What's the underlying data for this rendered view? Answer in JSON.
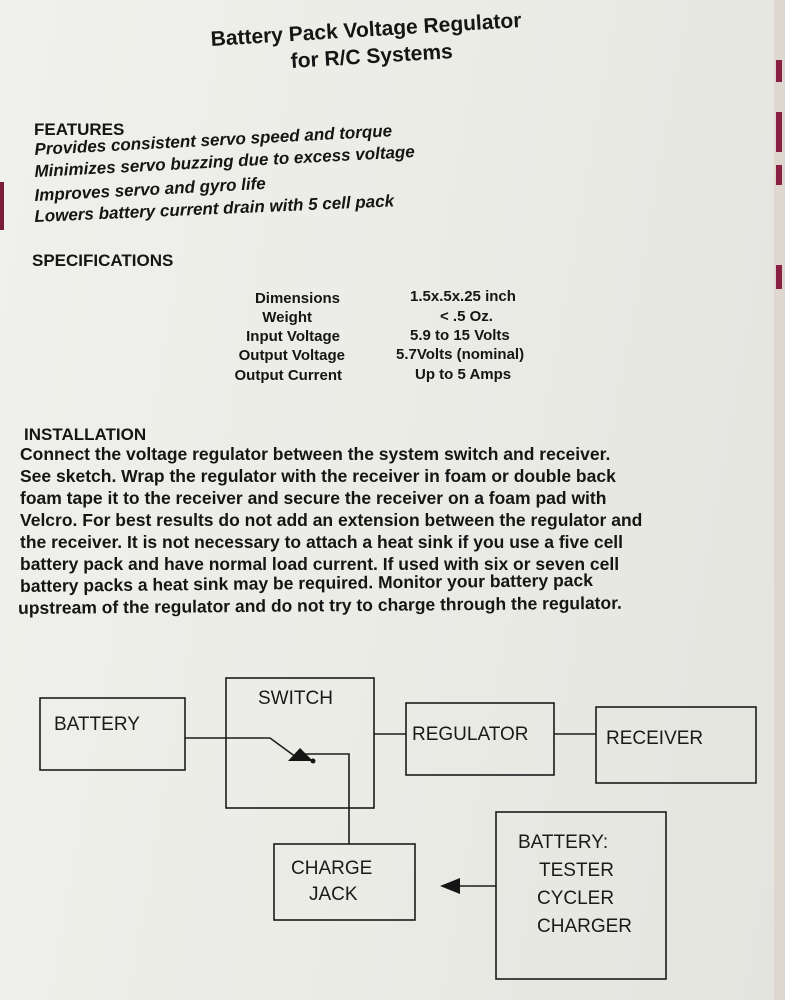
{
  "document": {
    "title_line1": "Battery Pack Voltage Regulator",
    "title_line2": "for R/C Systems",
    "features": {
      "heading": "FEATURES",
      "items": [
        "Provides consistent servo speed and torque",
        "Minimizes servo buzzing due to excess voltage",
        "Improves servo and gyro life",
        "Lowers  battery current drain  with 5 cell pack"
      ]
    },
    "specifications": {
      "heading": "SPECIFICATIONS",
      "rows": [
        {
          "label": "Dimensions",
          "value": "1.5x.5x.25 inch"
        },
        {
          "label": "Weight",
          "value": "< .5 Oz."
        },
        {
          "label": "Input Voltage",
          "value": "5.9  to 15 Volts"
        },
        {
          "label": "Output Voltage",
          "value": "5.7Volts (nominal)"
        },
        {
          "label": "Output Current",
          "value": "Up to 5 Amps"
        }
      ]
    },
    "installation": {
      "heading": "INSTALLATION",
      "lines": [
        "Connect the voltage regulator between the system switch and receiver.",
        "See sketch.  Wrap the regulator with the receiver in foam or double back",
        "foam tape it to the receiver and secure  the receiver on a foam pad with",
        "Velcro.  For best results do not add an extension between the regulator and",
        "the receiver.  It is not necessary to attach a heat sink if you use a five cell",
        "battery pack and have normal load current.  If used with six or seven cell",
        "battery packs a heat sink may be required.  Monitor your battery pack",
        "upstream of the regulator and do not try to charge through the regulator."
      ]
    },
    "diagram": {
      "battery": "BATTERY",
      "switch": "SWITCH",
      "regulator": "REGULATOR",
      "receiver": "RECEIVER",
      "charge_jack_line1": "CHARGE",
      "charge_jack_line2": "JACK",
      "tester_line1": "BATTERY:",
      "tester_line2": "TESTER",
      "tester_line3": "CYCLER",
      "tester_line4": "CHARGER"
    }
  }
}
